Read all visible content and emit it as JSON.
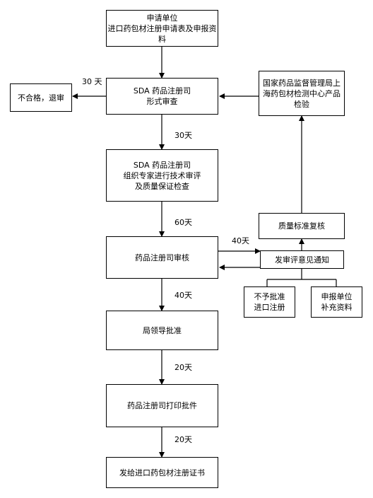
{
  "nodes": {
    "apply": [
      "申请单位",
      "进口药包材注册申请表及申报资料"
    ],
    "sda_form": [
      "SDA 药品注册司",
      "形式审查"
    ],
    "reject": [
      "不合格，退审"
    ],
    "expert": [
      "SDA 药品注册司",
      "组织专家进行技术审评",
      "及质量保证检查"
    ],
    "review": [
      "药品注册司审核"
    ],
    "leader": [
      "局领导批准"
    ],
    "print": [
      "药品注册司打印批件"
    ],
    "issue": [
      "发给进口药包材注册证书"
    ],
    "test_center": [
      "国家药品监督管理局上",
      "海药包材检测中心产品",
      "检验"
    ],
    "quality": [
      "质量标准复核"
    ],
    "notice": [
      "发审评意见通知"
    ],
    "deny": [
      "不予批准",
      "进口注册"
    ],
    "supplement": [
      "申报单位",
      "补充资料"
    ]
  },
  "labels": {
    "d30_left": "30 天",
    "d30": "30天",
    "d60": "60天",
    "d40_right": "40天",
    "d40": "40天",
    "d20a": "20天",
    "d20b": "20天"
  }
}
